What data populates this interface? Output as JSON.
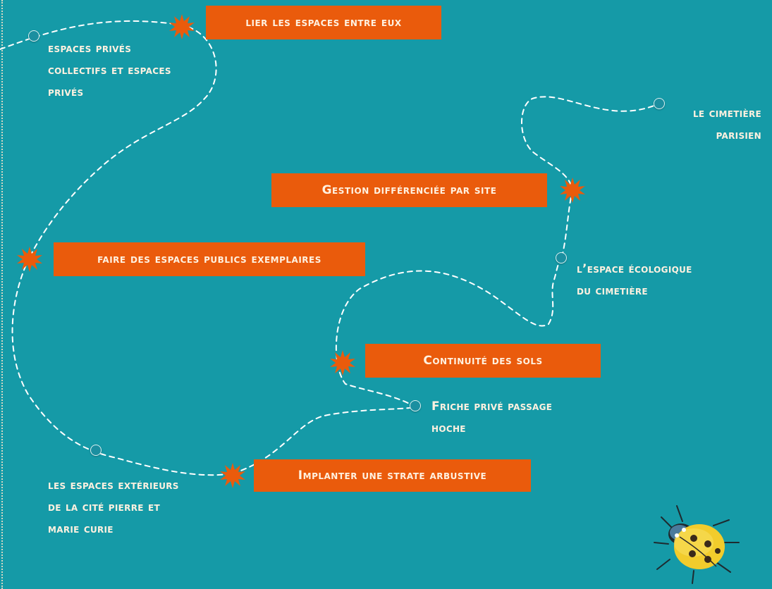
{
  "actions": {
    "lier": "lier les espaces entre eux",
    "gestion": "Gestion différenciée par site",
    "faire": "faire des espaces publics exemplaires",
    "continuite": "Continuité des sols",
    "implanter": "Implanter une strate arbustive"
  },
  "places": {
    "espaces_prives": [
      "espaces privés",
      "collectifs et espaces",
      "privés"
    ],
    "cimetiere": [
      "le cimetière",
      "parisien"
    ],
    "espace_ecologique": [
      "l’espace écologique",
      "du cimetière"
    ],
    "friche": [
      "Friche privé passage",
      "hoche"
    ],
    "cite": [
      "les espaces extérieurs",
      "de la cité pierre et",
      "marie curie"
    ]
  },
  "colors": {
    "background": "#159aa7",
    "box": "#ea5b0c",
    "text": "#fff1e0",
    "dashes": "#ffffff"
  },
  "icons": {
    "burst": "orange-burst-icon",
    "bug": "ladybug-icon",
    "node": "node-dot-icon"
  }
}
